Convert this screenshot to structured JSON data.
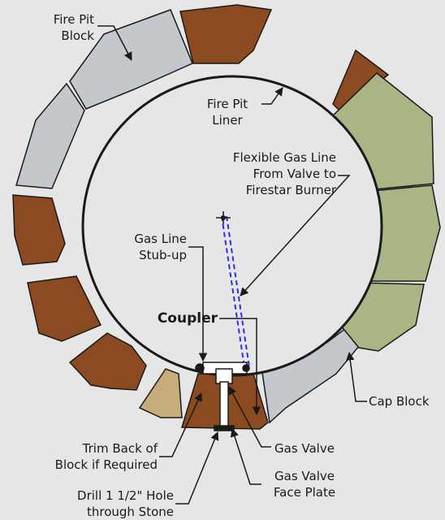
{
  "colors": {
    "background": "#e6e6e6",
    "gray_block": "#c4c7cb",
    "brown_block": "#8b4a20",
    "green_block": "#a9b585",
    "tan_block": "#c8ad7c",
    "gas_line": "#2d2df0",
    "outline": "#1a1a1a"
  },
  "labels": {
    "fire_pit_block": {
      "line1": "Fire Pit",
      "line2": "Block"
    },
    "fire_pit_liner": {
      "line1": "Fire Pit",
      "line2": "Liner"
    },
    "flexible_gas_line": {
      "line1": "Flexible Gas Line",
      "line2": "From Valve to",
      "line3": "Firestar Burner"
    },
    "gas_line_stub_up": {
      "line1": "Gas Line",
      "line2": "Stub-up"
    },
    "coupler": "Coupler",
    "cap_block": "Cap Block",
    "trim_back": {
      "line1": "Trim Back of",
      "line2": "Block if Required"
    },
    "gas_valve": "Gas Valve",
    "face_plate": {
      "line1": "Gas Valve",
      "line2": "Face Plate"
    },
    "drill_hole": {
      "line1": "Drill 1 1/2\" Hole",
      "line2": "through Stone"
    }
  }
}
